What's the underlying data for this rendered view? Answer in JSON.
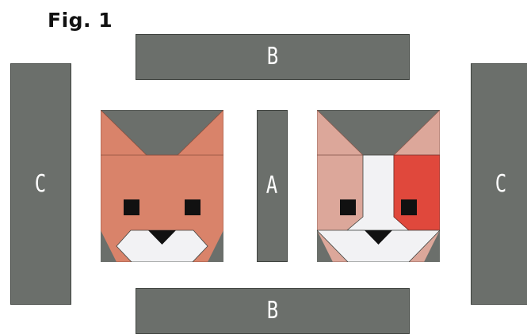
{
  "figure": {
    "title": "Fig. 1"
  },
  "strips": {
    "b_top": "B",
    "b_bottom": "B",
    "c_left": "C",
    "c_right": "C",
    "a": "A"
  },
  "blocks": {
    "fox": {
      "colors": {
        "background": "#6b6f6b",
        "face": "#d9836a",
        "muzzle": "#f2f2f4",
        "eyes": "#111111",
        "nose": "#111111"
      }
    },
    "cat": {
      "colors": {
        "background": "#6b6f6b",
        "face": "#dca79a",
        "patch": "#e0483c",
        "muzzle": "#f2f2f4",
        "eyes": "#111111",
        "nose": "#111111"
      }
    }
  },
  "colors": {
    "strip_fill": "#6b6f6b",
    "strip_border": "#3f433f",
    "label_text": "#ffffff",
    "title_text": "#111111"
  }
}
